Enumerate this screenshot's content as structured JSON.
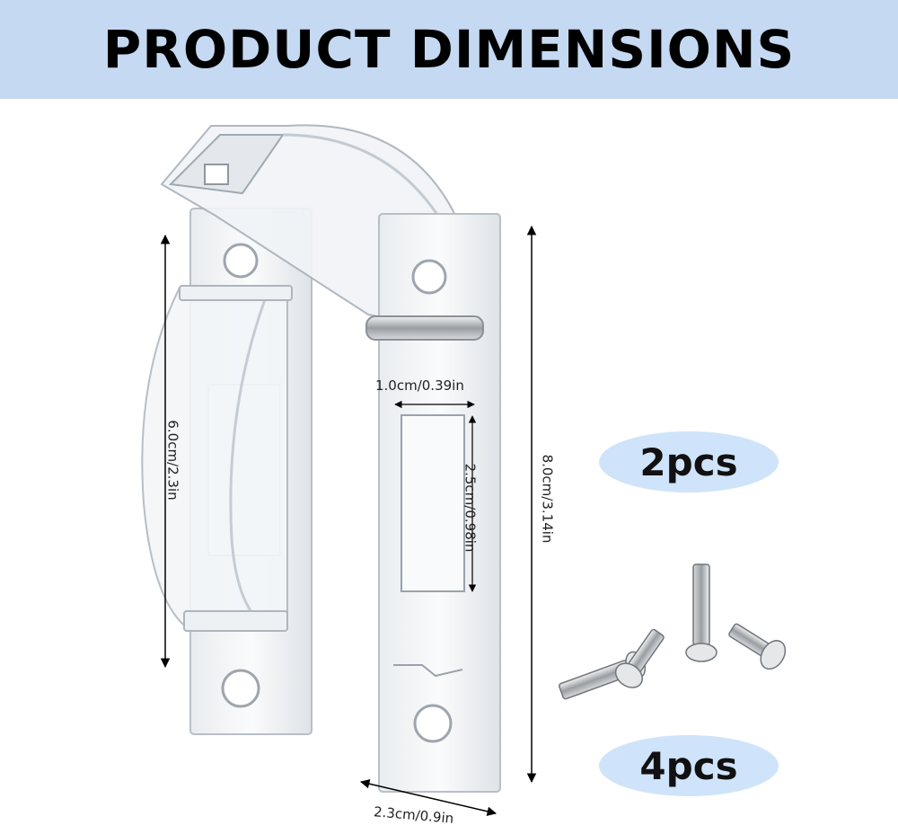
{
  "header": {
    "title": "PRODUCT DIMENSIONS"
  },
  "dimensions": {
    "left_height": "6.0cm/2.3in",
    "slot_width": "1.0cm/0.39in",
    "slot_height": "2.5cm/0.98in",
    "total_height": "8.0cm/3.14in",
    "plate_width": "2.3cm/0.9in"
  },
  "quantities": {
    "locks": "2pcs",
    "screws": "4pcs"
  },
  "colors": {
    "banner_bg": "#c5d9f2",
    "badge_bg": "#cfe4fa"
  }
}
